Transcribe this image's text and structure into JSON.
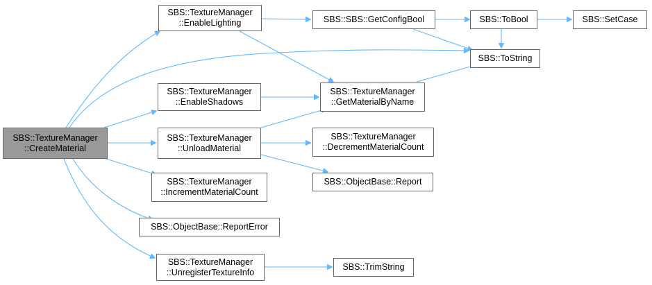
{
  "graph": {
    "nodes": {
      "create_material": {
        "line1": "SBS::TextureManager",
        "line2": "::CreateMaterial"
      },
      "enable_lighting": {
        "line1": "SBS::TextureManager",
        "line2": "::EnableLighting"
      },
      "enable_shadows": {
        "line1": "SBS::TextureManager",
        "line2": "::EnableShadows"
      },
      "unload_material": {
        "line1": "SBS::TextureManager",
        "line2": "::UnloadMaterial"
      },
      "increment_material_count": {
        "line1": "SBS::TextureManager",
        "line2": "::IncrementMaterialCount"
      },
      "report_error": {
        "line1": "SBS::ObjectBase::ReportError"
      },
      "unregister_texture_info": {
        "line1": "SBS::TextureManager",
        "line2": "::UnregisterTextureInfo"
      },
      "get_config_bool": {
        "line1": "SBS::SBS::GetConfigBool"
      },
      "get_material_by_name": {
        "line1": "SBS::TextureManager",
        "line2": "::GetMaterialByName"
      },
      "decrement_material_count": {
        "line1": "SBS::TextureManager",
        "line2": "::DecrementMaterialCount"
      },
      "report": {
        "line1": "SBS::ObjectBase::Report"
      },
      "trim_string": {
        "line1": "SBS::TrimString"
      },
      "to_bool": {
        "line1": "SBS::ToBool"
      },
      "to_string": {
        "line1": "SBS::ToString"
      },
      "set_case": {
        "line1": "SBS::SetCase"
      }
    },
    "edge_color": "#63b8ff",
    "root_fill": "#999999"
  }
}
